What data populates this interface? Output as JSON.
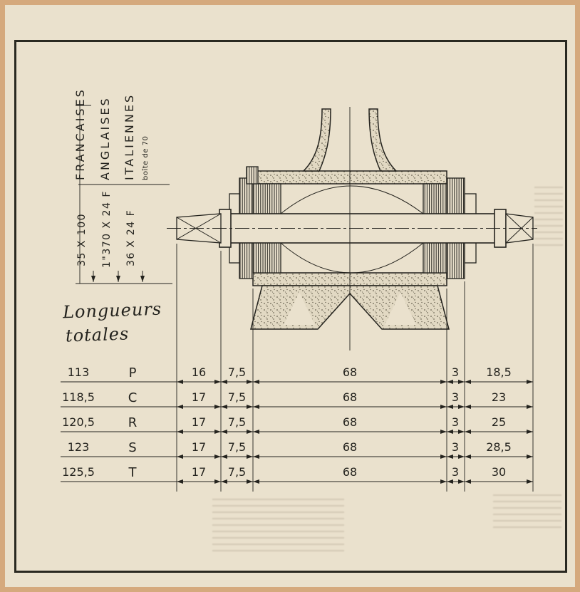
{
  "standards": {
    "columns": [
      {
        "name": "FRANCAISES",
        "spec": "35 X 100"
      },
      {
        "name": "ANGLAISES",
        "spec": "1\"370 X 24 F"
      },
      {
        "name": "ITALIENNES",
        "note": "boîte de 70",
        "spec": "36 X 24 F"
      }
    ]
  },
  "lengths_label": {
    "line1": "Longueurs",
    "line2": "totales"
  },
  "table": {
    "rows": [
      {
        "total": "113",
        "code": "P",
        "d1": "16",
        "d2": "7,5",
        "d3": "68",
        "d4": "3",
        "d5": "18,5"
      },
      {
        "total": "118,5",
        "code": "C",
        "d1": "17",
        "d2": "7,5",
        "d3": "68",
        "d4": "3",
        "d5": "23"
      },
      {
        "total": "120,5",
        "code": "R",
        "d1": "17",
        "d2": "7,5",
        "d3": "68",
        "d4": "3",
        "d5": "25"
      },
      {
        "total": "123",
        "code": "S",
        "d1": "17",
        "d2": "7,5",
        "d3": "68",
        "d4": "3",
        "d5": "28,5"
      },
      {
        "total": "125,5",
        "code": "T",
        "d1": "17",
        "d2": "7,5",
        "d3": "68",
        "d4": "3",
        "d5": "30"
      }
    ]
  }
}
